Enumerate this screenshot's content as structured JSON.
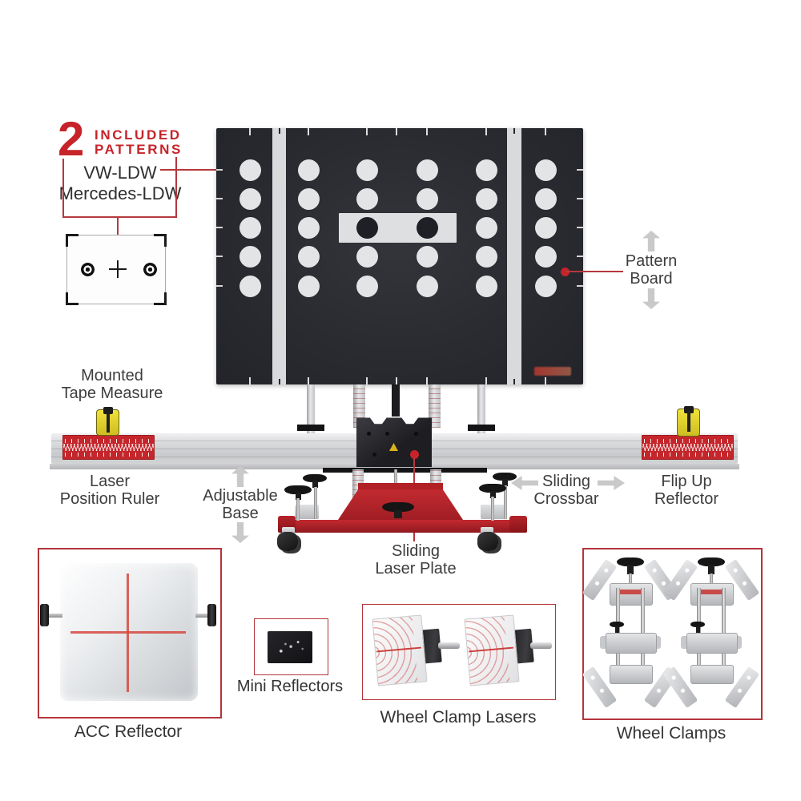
{
  "callout": {
    "count": "2",
    "included": "INCLUDED",
    "patterns": "PATTERNS",
    "pattern_names": [
      "VW-LDW",
      "Mercedes-LDW"
    ]
  },
  "labels": {
    "pattern_board": [
      "Pattern",
      "Board"
    ],
    "mounted_tape_measure": [
      "Mounted",
      "Tape Measure"
    ],
    "laser_position_ruler": [
      "Laser",
      "Position Ruler"
    ],
    "adjustable_base": [
      "Adjustable",
      "Base"
    ],
    "sliding_crossbar": [
      "Sliding",
      "Crossbar"
    ],
    "flip_up_reflector": [
      "Flip Up",
      "Reflector"
    ],
    "sliding_laser_plate": [
      "Sliding",
      "Laser Plate"
    ]
  },
  "captions": {
    "acc_reflector": "ACC Reflector",
    "mini_reflectors": "Mini Reflectors",
    "wheel_clamp_lasers": "Wheel Clamp Lasers",
    "wheel_clamps": "Wheel Clamps"
  },
  "colors": {
    "accent_red": "#c6232a",
    "connector_red": "#b5383d",
    "board_dark": "#2b2c32",
    "base_red": "#b02025",
    "arrow_gray": "#c9c9c9",
    "text_dark": "#3d3d3d"
  }
}
